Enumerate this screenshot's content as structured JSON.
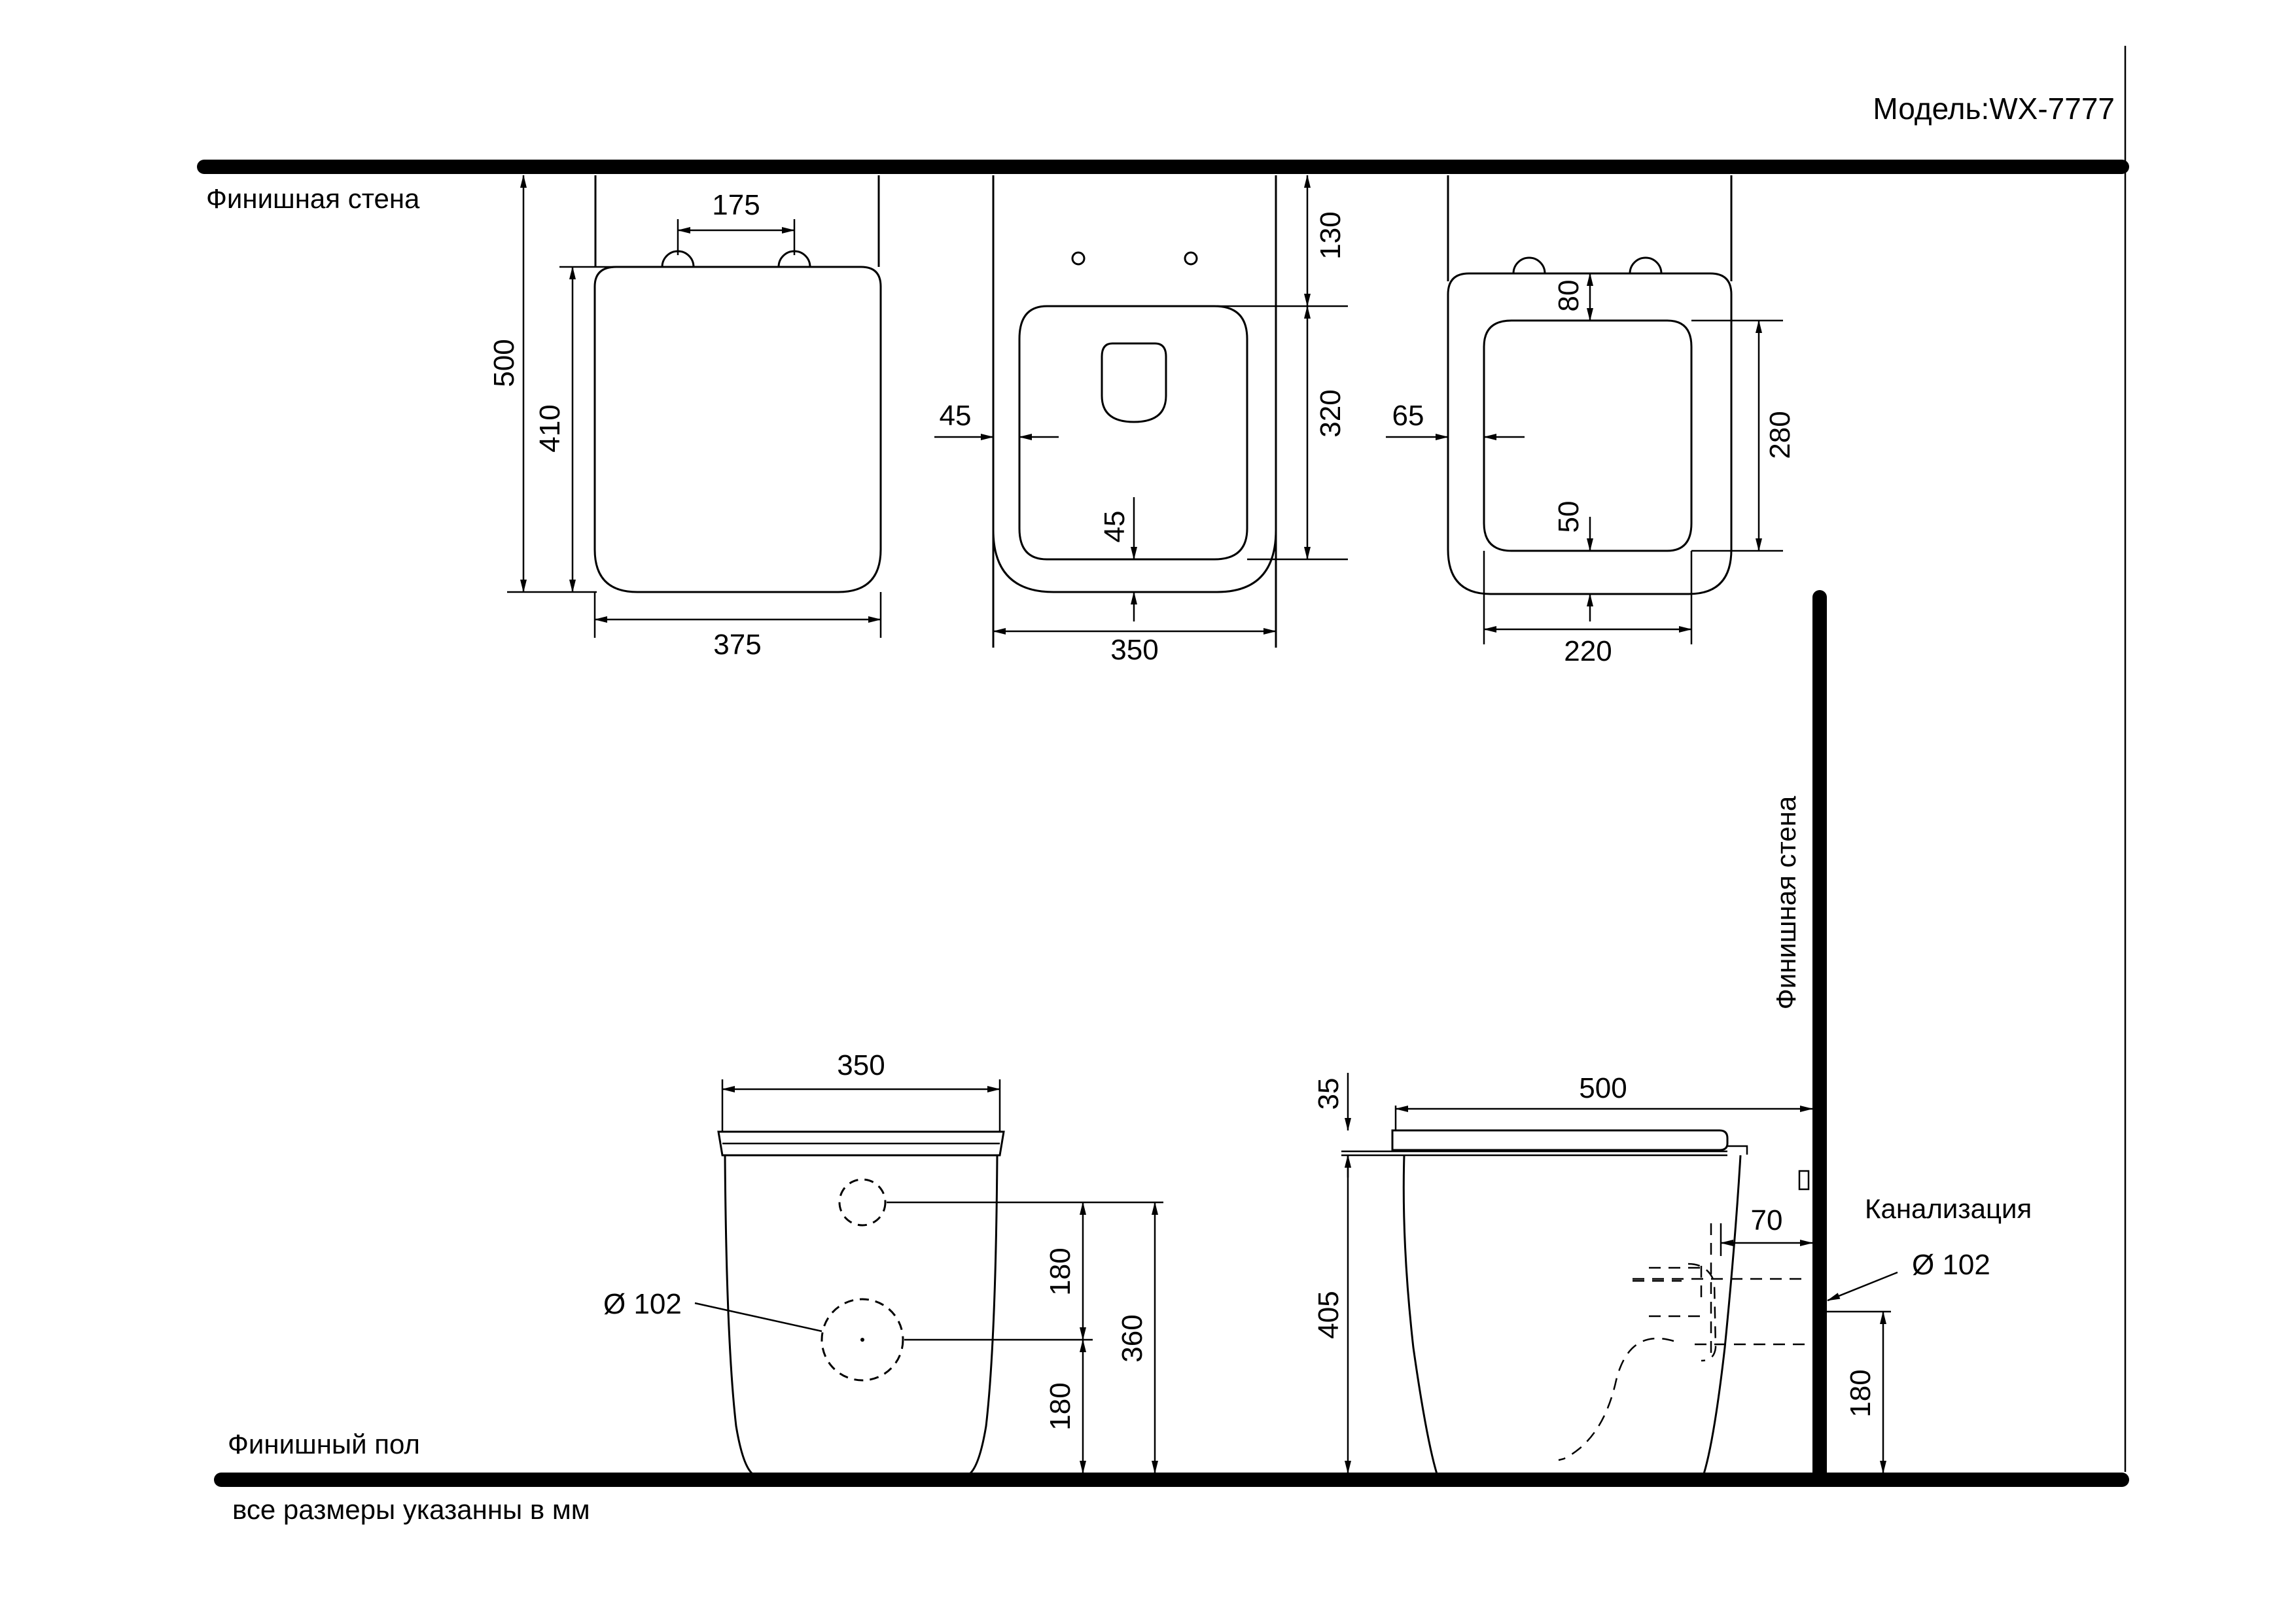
{
  "header": {
    "model": "Модель:WX-7777"
  },
  "labels": {
    "wall_top": "Финишная стена",
    "wall_side": "Финишная стена",
    "floor": "Финишный пол",
    "note": "все размеры указанны в мм",
    "sewer": "Канализация",
    "diameter_front": "Ø 102",
    "diameter_side": "Ø 102"
  },
  "view1": {
    "w375": "375",
    "h500": "500",
    "h410": "410",
    "holes175": "175"
  },
  "view2": {
    "w350": "350",
    "h130": "130",
    "h320": "320",
    "m45_side": "45",
    "m45_bottom": "45"
  },
  "view3": {
    "w220": "220",
    "h80": "80",
    "h280": "280",
    "m65": "65",
    "m50": "50"
  },
  "front": {
    "w350": "350",
    "h180_top": "180",
    "h180_bottom": "180",
    "h360": "360"
  },
  "side": {
    "w500": "500",
    "h35": "35",
    "h405": "405",
    "d70": "70",
    "h180": "180"
  }
}
